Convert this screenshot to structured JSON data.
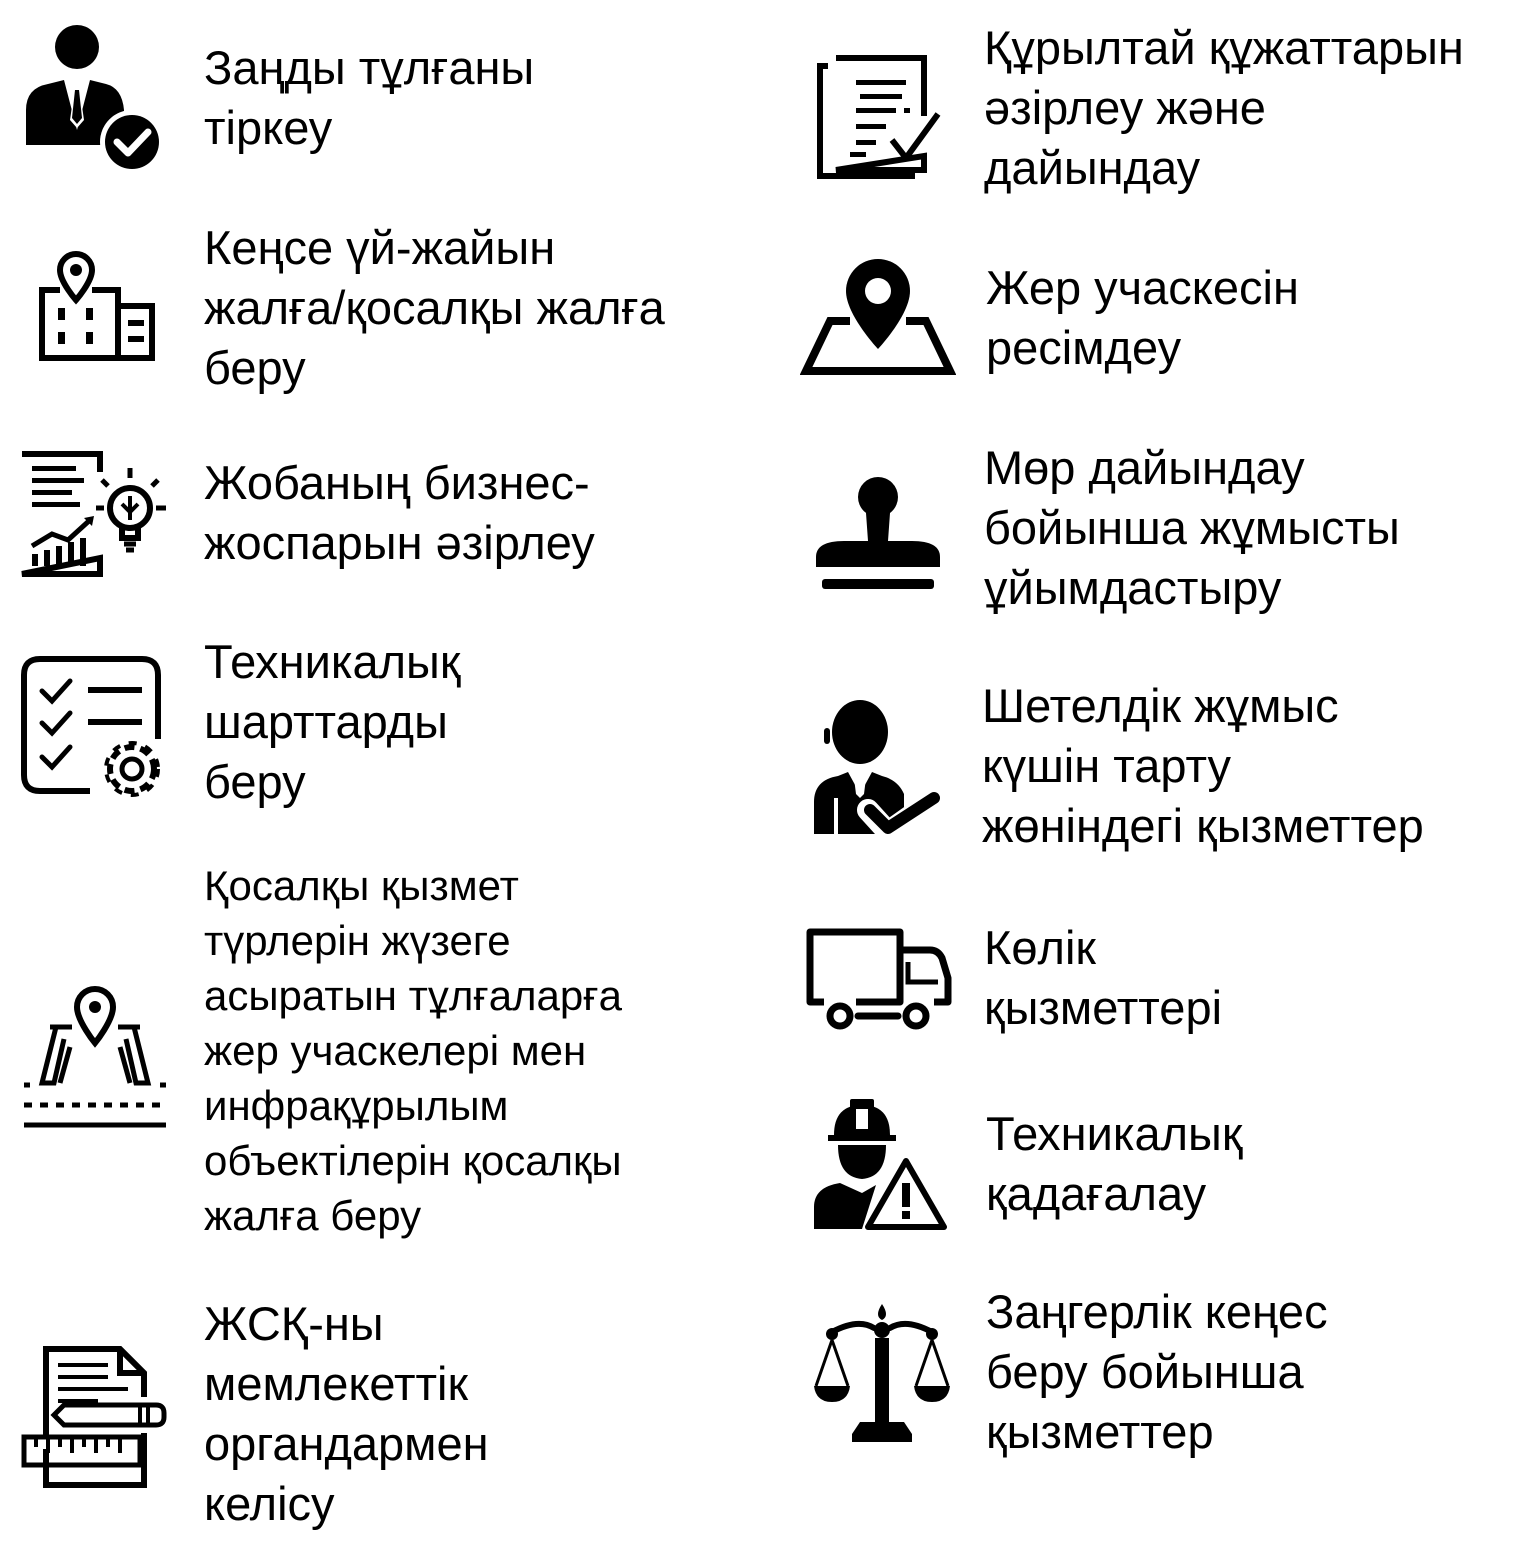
{
  "services": [
    {
      "id": "s1",
      "icon": "businessman-check-icon",
      "lines": [
        "Заңды тұлғаны",
        "тіркеу"
      ]
    },
    {
      "id": "s2",
      "icon": "office-building-location-icon",
      "lines": [
        "Кеңсе үй-жайын",
        "жалға/қосалқы жалға",
        "беру"
      ]
    },
    {
      "id": "s3",
      "icon": "business-plan-lightbulb-icon",
      "lines": [
        "Жобаның бизнес-",
        "жоспарын әзірлеу"
      ]
    },
    {
      "id": "s4",
      "icon": "checklist-gear-icon",
      "lines": [
        "Техникалық",
        "шарттарды",
        "беру"
      ]
    },
    {
      "id": "s5",
      "icon": "land-plot-road-location-icon",
      "lines": [
        "Қосалқы қызмет",
        "түрлерін жүзеге",
        "асыратын тұлғаларға",
        "жер учаскелері мен",
        "инфрақұрылым",
        "объектілерін қосалқы",
        "жалға беру"
      ]
    },
    {
      "id": "s6",
      "icon": "document-pencil-ruler-icon",
      "lines": [
        "ЖСҚ-ны",
        "мемлекеттік",
        "органдармен",
        "келісу"
      ]
    },
    {
      "id": "s7",
      "icon": "documents-check-icon",
      "lines": [
        "Құрылтай құжаттарын",
        "әзірлеу және",
        "дайындау"
      ]
    },
    {
      "id": "s8",
      "icon": "map-location-pin-icon",
      "lines": [
        "Жер учаскесін",
        "ресімдеу"
      ]
    },
    {
      "id": "s9",
      "icon": "rubber-stamp-icon",
      "lines": [
        "Мөр дайындау",
        "бойынша жұмысты",
        "ұйымдастыру"
      ]
    },
    {
      "id": "s10",
      "icon": "worker-check-icon",
      "lines": [
        "Шетелдік жұмыс",
        "күшін тарту",
        "жөніндегі қызметтер"
      ]
    },
    {
      "id": "s11",
      "icon": "delivery-truck-icon",
      "lines": [
        "Көлік",
        "қызметтері"
      ]
    },
    {
      "id": "s12",
      "icon": "construction-worker-warning-icon",
      "lines": [
        "Техникалық",
        "қадағалау"
      ]
    },
    {
      "id": "s13",
      "icon": "justice-scales-icon",
      "lines": [
        "Заңгерлік кеңес",
        "беру бойынша",
        "қызметтер"
      ]
    }
  ],
  "colors": {
    "icon": "#000000",
    "text": "#000000",
    "background": "#ffffff"
  }
}
